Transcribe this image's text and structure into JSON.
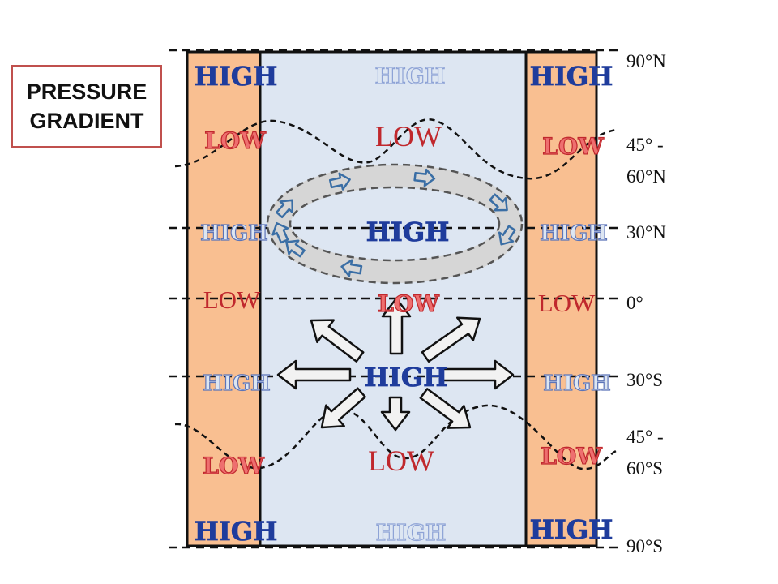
{
  "title": {
    "line1": "PRESSURE",
    "line2": "GRADIENT"
  },
  "colors": {
    "band": "#f9bf91",
    "center": "#dde6f2",
    "high": "#1f3c9c",
    "high_light": "#8ea3d6",
    "low": "#c0282d",
    "low_light": "#ee6f6f",
    "cell_ring": "#d6d6d6",
    "arrow_fill": "#f2f2f2",
    "ring_arrow": "#3a6ea5"
  },
  "latitudes": {
    "lat_90n": "90°N",
    "lat_60n_line1": "45° -",
    "lat_60n_line2": "60°N",
    "lat_30n": "30°N",
    "lat_eq": "0°",
    "lat_30s": "30°S",
    "lat_60s_line1": "45° -",
    "lat_60s_line2": "60°S",
    "lat_90s": "90°S"
  },
  "labels": {
    "l_left_high_top": "HIGH",
    "l_center_high_top": "HIGH",
    "l_right_high_top": "HIGH",
    "l_left_low_60n": "LOW",
    "l_center_low_60n": "LOW",
    "l_right_low_60n": "LOW",
    "l_left_high_30n": "HIGH",
    "l_center_high_30n": "HIGH",
    "l_right_high_30n": "HIGH",
    "l_left_low_eq": "LOW",
    "l_center_low_eq": "LOW",
    "l_right_low_eq": "LOW",
    "l_left_high_30s": "HIGH",
    "l_center_high_30s": "HIGH",
    "l_right_high_30s": "HIGH",
    "l_left_low_60s": "LOW",
    "l_center_low_60s": "LOW",
    "l_right_low_60s": "LOW",
    "l_left_high_bottom": "HIGH",
    "l_center_high_bottom": "HIGH",
    "l_right_high_bottom": "HIGH"
  }
}
